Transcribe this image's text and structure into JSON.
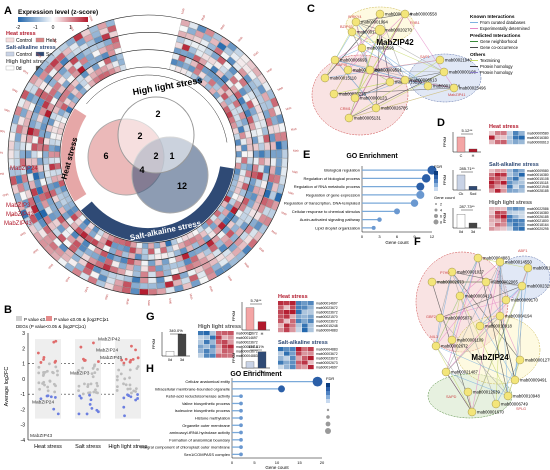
{
  "panels": {
    "A": "A",
    "B": "B",
    "C": "C",
    "D": "D",
    "E": "E",
    "F": "F",
    "G": "G",
    "H": "H"
  },
  "colors": {
    "heat": "#e6a7a7",
    "salt": "#2f4a75",
    "high": "#ffffff",
    "red": "#b2182b",
    "blue": "#2166ac",
    "node_yellow": "#f3e57a",
    "node_red": "#e8b4b4",
    "node_blue": "#b7c4e0",
    "node_green": "#b9d3a8"
  },
  "panelA": {
    "legend_title": "Expression level (z-score)",
    "legend_ticks": [
      "-2",
      "-1",
      "0",
      "1",
      "2"
    ],
    "stress_labels": {
      "heat": "Heat stress",
      "salt": "Salt-alkaline stress",
      "high": "High light stress"
    },
    "legend_groups": [
      {
        "name": "Heat stress",
        "items": [
          "Control",
          "Heat"
        ]
      },
      {
        "name": "Salt-alkaline stress",
        "items": [
          "Control",
          "Sod"
        ]
      },
      {
        "name": "High light stress",
        "items": [
          "0d",
          "3d"
        ]
      }
    ],
    "venn": [
      {
        "region": "heat_only",
        "value": "6"
      },
      {
        "region": "high_only",
        "value": "2"
      },
      {
        "region": "salt_only",
        "value": "12"
      },
      {
        "region": "heat_high",
        "value": "2"
      },
      {
        "region": "heat_salt",
        "value": "4"
      },
      {
        "region": "salt_high",
        "value": "1"
      },
      {
        "region": "all",
        "value": "2"
      }
    ],
    "gene_labels": [
      "MabZIP24",
      "MabZIP3",
      "MabZIP42",
      "MabZIP43"
    ],
    "text_fragments": {
      "h2": "2",
      "h3": "3",
      "h4": "4",
      "h5": "5",
      "h6": "6",
      "h7": "7",
      "h8": "8",
      "h9": "9",
      "h10": "10",
      "d0": "0",
      "d1": "1",
      "d2": "2",
      "d3": "3",
      "d4": "4",
      "d5": "5",
      "d6": "6",
      "d7": "7",
      "d8": "8"
    }
  },
  "panelB": {
    "ylabel": "Average log2FC",
    "legend": [
      "P value ≤0.05",
      "P value ≤0.05 & |log2FC|≥1",
      "DEGs (P value<0.05 & |log2FC|≥1)"
    ],
    "categories": [
      "Heat stress",
      "Salt stress",
      "High light stress"
    ],
    "chart_data": {
      "type": "scatter",
      "categories": [
        "Heat stress",
        "Salt stress",
        "High light stress"
      ],
      "ylabel": "Average log2FC",
      "ylim": [
        -4,
        3
      ],
      "yticks": [
        "3",
        "2",
        "1",
        "0",
        "-1",
        "-2",
        "-3",
        "-4"
      ]
    },
    "annotations": [
      "MabZIP24",
      "MabZIP43",
      "MabZIP3",
      "MabZIP42",
      "MabZIP24",
      "MabZIP45"
    ]
  },
  "panelC": {
    "center_gene": "MabZIP42",
    "legend_title": "Known Interactions",
    "legend_items": [
      "From curated databases",
      "Experimentally determined"
    ],
    "legend2_title": "Predicted Interactions",
    "legend2_items": [
      "Gene neighborhood",
      "Gene co-occurrence"
    ],
    "legend3_title": "Others",
    "legend3_items": [
      "Textmining",
      "Protein homology",
      "Protein homology"
    ],
    "nodes": [
      "mab00001994",
      "mab00002294",
      "mab00000558",
      "mab00017414",
      "mab00020270",
      "mab00002596",
      "mab00006693",
      "mab00015110",
      "mab00029580",
      "mab00009591",
      "mab00013136",
      "mab00020216",
      "mab00000123",
      "mab00026785",
      "mab00005131",
      "mab00021940",
      "mab00000108",
      "mab00018164",
      "mab00025496",
      "mab00006613"
    ],
    "mini_labels": [
      "BZIP63",
      "WRKY4",
      "FHB1",
      "SAP1",
      "SAPIX",
      "CRM1",
      "MabZIP41"
    ]
  },
  "panelD": {
    "sections": [
      {
        "title": "Heat stress",
        "ylabel": "FPKM",
        "annot": "5.12**",
        "bars": [
          {
            "label": "C",
            "value": 30
          },
          {
            "label": "H",
            "value": 6
          }
        ],
        "ylim": [
          0,
          40
        ],
        "rows": [
          "mab00009580",
          "mab00016380",
          "mab00006613"
        ]
      },
      {
        "title": "Salt-alkaline stress",
        "ylabel": "FPKM",
        "annot": "285.71**",
        "bars": [
          {
            "label": "Ck",
            "value": 60
          },
          {
            "label": "Sod",
            "value": 15
          }
        ],
        "ylim": [
          0,
          80
        ],
        "rows": [
          "mab00009580",
          "mab00016380",
          "mab00015108",
          "mab00015118",
          "mab00021948",
          "mab00028185"
        ]
      },
      {
        "title": "High light stress",
        "ylabel": "FPKM",
        "annot": "287.73**",
        "bars": [
          {
            "label": "0d",
            "value": 55
          },
          {
            "label": "3d",
            "value": 20
          }
        ],
        "ylim": [
          0,
          80
        ],
        "rows": [
          "mab00022586",
          "mab00016380",
          "mab00026185",
          "mab00021800",
          "mab00018164",
          "mab00020295"
        ]
      }
    ]
  },
  "panelE": {
    "title": "GO  Enrichment",
    "xlabel": "Gene count",
    "legend_fdr": "FDR",
    "legend_count": "Gene count",
    "count_legend": [
      "2",
      "4",
      "6",
      "8"
    ],
    "chart_data": {
      "type": "scatter",
      "xlabel": "Gene count",
      "xlim": [
        0,
        12
      ],
      "xticks": [
        "0",
        "3",
        "6",
        "9",
        "12"
      ],
      "categories": [
        "Biological regulation",
        "Regulation of biological process",
        "Regulation of RNA metabolic process",
        "Regulation of gene expression",
        "Regulation of transcription, DNA-templated",
        "Cellular response to chemical stimulus",
        "Auxin-activated signaling pathway",
        "Lipid droplet organization"
      ],
      "values": [
        12,
        11,
        10,
        10,
        9,
        6,
        3,
        2
      ]
    }
  },
  "panelF": {
    "center_gene": "MabZIP24",
    "nodes": [
      "mab00004883",
      "mab00014550",
      "mab00001027",
      "mab00002673",
      "mab00003413",
      "mab00002065",
      "mab00009170",
      "mab00012348",
      "mab00023192",
      "mab00004194",
      "mab00010918",
      "mab00005873",
      "mab00001109",
      "mab00002672",
      "mab00021487",
      "mab00012639",
      "mab00001670",
      "mab00006749",
      "mab00001275",
      "mab00009491",
      "mab00010948"
    ],
    "mini_labels": [
      "P7H0",
      "ABF1",
      "GBF2",
      "NIL3",
      "SAPD",
      "SPLG"
    ]
  },
  "panelG": {
    "sections": [
      {
        "title": "High light stress",
        "ylabel": "FPKM",
        "annot": "340.0%",
        "bars": [
          {
            "label": "0d",
            "value": 12
          },
          {
            "label": "3d",
            "value": 55
          }
        ],
        "ylim": [
          0,
          60
        ],
        "rows": [
          "mab00023672",
          "mab00014697",
          "mab00023672",
          "mab00003413",
          "mab00003672",
          "mab00004883"
        ]
      },
      {
        "title": "Heat stress",
        "ylabel": "FPKM",
        "annot": "5.78**",
        "bars": [
          {
            "label": "C",
            "value": 40
          },
          {
            "label": "H",
            "value": 15
          }
        ],
        "ylim": [
          0,
          50
        ],
        "rows": [
          "mab00014697",
          "mab00023672",
          "mab00023672",
          "mab00021570",
          "mab00023672",
          "mab00015248",
          "mab00004883"
        ]
      },
      {
        "title": "Salt-alkaline stress",
        "ylabel": "FPKM",
        "annot": "157.41%",
        "bars": [
          {
            "label": "Ck",
            "value": 25
          },
          {
            "label": "Sod",
            "value": 65
          }
        ],
        "ylim": [
          0,
          80
        ],
        "rows": [
          "mab00004883",
          "mab00003672",
          "mab00023672",
          "mab00002673",
          "mab00014697"
        ]
      }
    ]
  },
  "panelH": {
    "title": "GO Enrichment",
    "xlabel": "Gene count",
    "legend_fdr": "FDR",
    "chart_data": {
      "type": "scatter",
      "xlabel": "Gene count",
      "xlim": [
        0,
        20
      ],
      "xticks": [
        "0",
        "5",
        "10",
        "15",
        "20"
      ],
      "categories": [
        "Cellular anatomical entity",
        "Intracellular membrane-bounded organelle",
        "Ketol-acid reductoisomerase activity",
        "Valine biosynthetic process",
        "Isoleucine biosynthetic process",
        "Histone methylation",
        "Organelle outer membrane",
        "aminoacyl-tRNA hydrolase activity",
        "Formation of anatomical boundary",
        "Integral component of chloroplast outer membrane",
        "Sen1/COMPASS complex"
      ],
      "values": [
        19,
        11,
        2,
        2,
        2,
        2,
        2,
        2,
        2,
        2,
        2
      ]
    }
  }
}
